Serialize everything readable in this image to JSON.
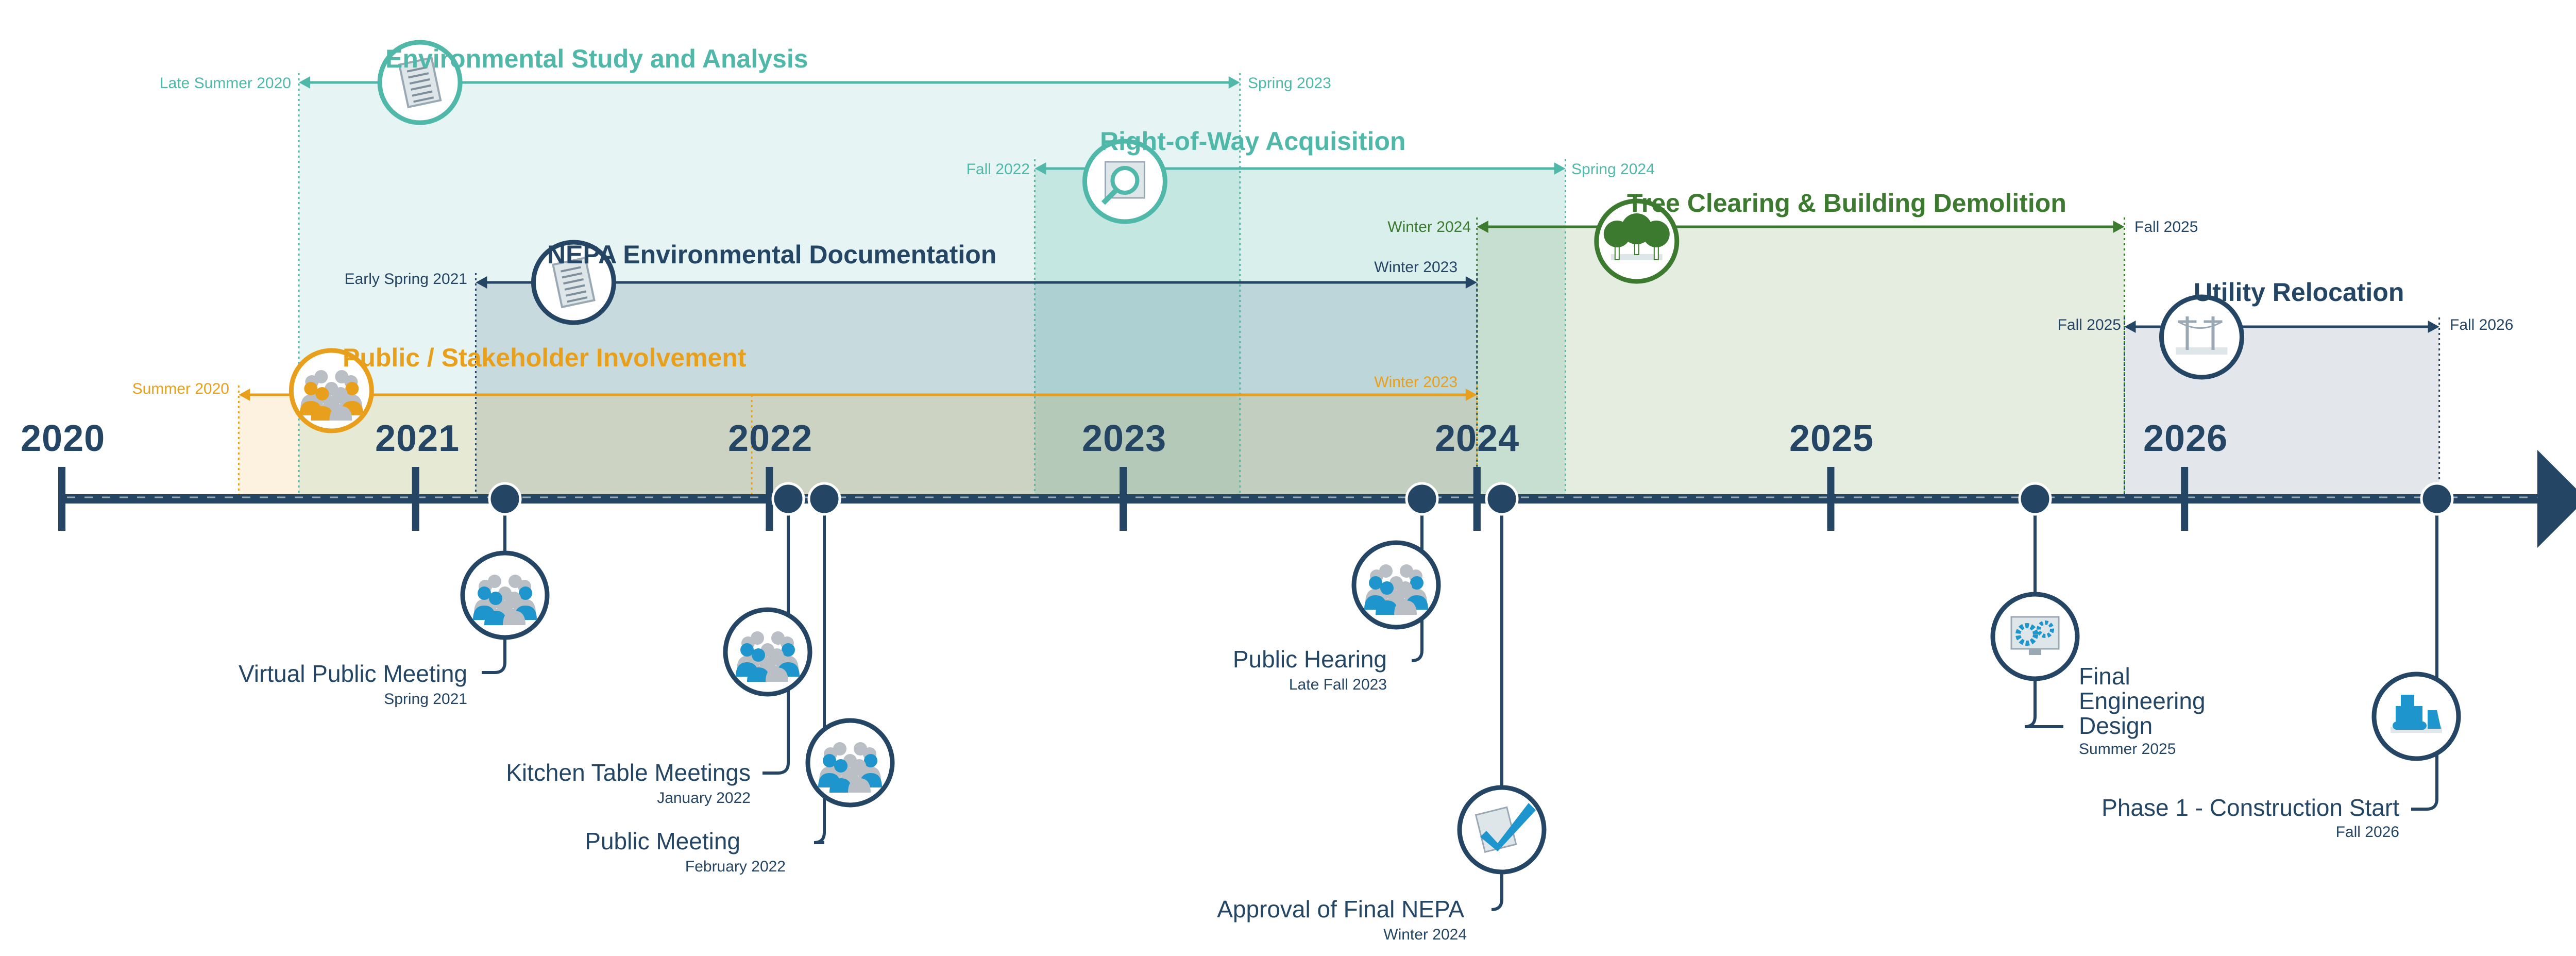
{
  "colors": {
    "navy": "#244563",
    "teal": "#4fb8a8",
    "orange": "#e8a01c",
    "green": "#3c7a2f",
    "blue": "#1e96cd",
    "gray": "#b9bfc4"
  },
  "axis": {
    "years": [
      "2020",
      "2021",
      "2022",
      "2023",
      "2024",
      "2025",
      "2026"
    ]
  },
  "phases": [
    {
      "id": "env-study",
      "title": "Environmental Study and Analysis",
      "start_label": "Late Summer 2020",
      "end_label": "Spring 2023",
      "start": 2020.67,
      "end": 2023.33,
      "color": "teal",
      "icon": "document-icon"
    },
    {
      "id": "row-acq",
      "title": "Right-of-Way Acquisition",
      "start_label": "Fall 2022",
      "end_label": "Spring 2024",
      "start": 2022.75,
      "end": 2024.25,
      "color": "teal",
      "icon": "magnifier-map-icon"
    },
    {
      "id": "tree-clear",
      "title": "Tree Clearing & Building Demolition",
      "start_label": "Winter 2024",
      "end_label": "Fall 2025",
      "start": 2024.0,
      "end": 2025.83,
      "color": "green",
      "icon": "trees-icon"
    },
    {
      "id": "nepa-doc",
      "title": "NEPA Environmental Documentation",
      "start_label": "Early Spring 2021",
      "end_label": "Winter 2023",
      "start": 2021.17,
      "end": 2024.0,
      "color": "navy",
      "icon": "document-icon"
    },
    {
      "id": "utility",
      "title": "Utility Relocation",
      "start_label": "Fall 2025",
      "end_label": "Fall 2026",
      "start": 2025.83,
      "end": 2026.72,
      "color": "navy",
      "icon": "utility-pole-icon"
    },
    {
      "id": "public",
      "title": "Public / Stakeholder Involvement",
      "start_label": "Summer 2020",
      "end_label": "Winter 2023",
      "start": 2020.5,
      "end": 2024.0,
      "color": "orange",
      "icon": "people-icon"
    }
  ],
  "milestones": [
    {
      "id": "virtual-public-meeting",
      "title": "Virtual Public Meeting",
      "date": "Spring 2021",
      "at": 2021.25,
      "icon": "people-icon"
    },
    {
      "id": "kitchen-table",
      "title": "Kitchen Table Meetings",
      "date": "January 2022",
      "at": 2022.05,
      "icon": "people-icon"
    },
    {
      "id": "public-meeting",
      "title": "Public Meeting",
      "date": "February 2022",
      "at": 2022.15,
      "icon": "people-icon"
    },
    {
      "id": "public-hearing",
      "title": "Public Hearing",
      "date": "Late Fall 2023",
      "at": 2023.85,
      "icon": "people-icon"
    },
    {
      "id": "approval-nepa",
      "title": "Approval of Final NEPA",
      "date": "Winter 2024",
      "at": 2024.07,
      "icon": "checkmark-document-icon"
    },
    {
      "id": "final-eng",
      "title": "Final Engineering Design",
      "title_lines": [
        "Final",
        "Engineering",
        "Design"
      ],
      "date": "Summer 2025",
      "at": 2025.58,
      "icon": "gears-monitor-icon"
    },
    {
      "id": "construction",
      "title": "Phase 1 - Construction Start",
      "date": "Fall 2026",
      "at": 2026.72,
      "icon": "bulldozer-icon"
    }
  ]
}
